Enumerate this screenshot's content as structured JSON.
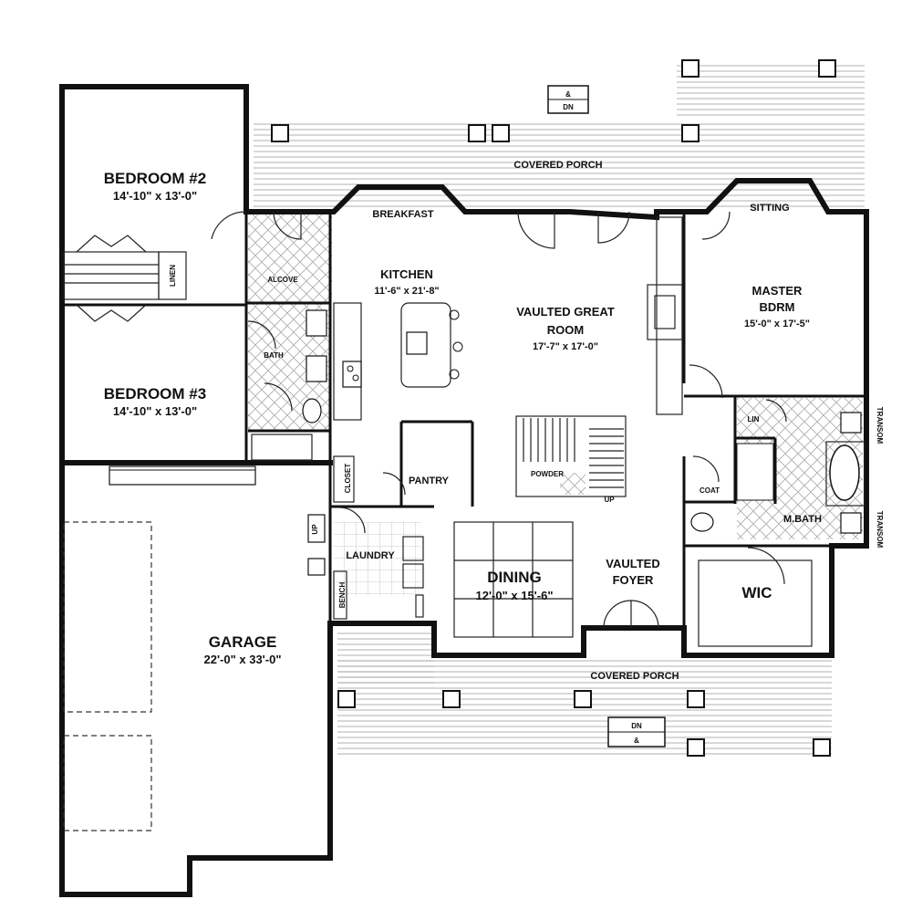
{
  "rooms": {
    "bedroom2": {
      "name": "BEDROOM #2",
      "dim": "14'-10\" x 13'-0\""
    },
    "bedroom3": {
      "name": "BEDROOM #3",
      "dim": "14'-10\" x 13'-0\""
    },
    "garage": {
      "name": "GARAGE",
      "dim": "22'-0\" x 33'-0\""
    },
    "kitchen": {
      "name": "KITCHEN",
      "dim": "11'-6\" x 21'-8\""
    },
    "great_room": {
      "line1": "VAULTED GREAT",
      "line2": "ROOM",
      "dim": "17'-7\" x 17'-0\""
    },
    "master": {
      "line1": "MASTER",
      "line2": "BDRM",
      "dim": "15'-0\" x 17'-5\""
    },
    "dining": {
      "name": "DINING",
      "dim": "12'-0\" x 15'-6\""
    },
    "foyer": {
      "line1": "VAULTED",
      "line2": "FOYER"
    },
    "wic": {
      "name": "WIC"
    },
    "porch_top": {
      "name": "COVERED PORCH"
    },
    "porch_bottom": {
      "name": "COVERED PORCH"
    },
    "breakfast": {
      "name": "BREAKFAST"
    },
    "sitting": {
      "name": "SITTING"
    },
    "alcove": {
      "name": "ALCOVE"
    },
    "linen": {
      "name": "LINEN"
    },
    "bath": {
      "name": "BATH"
    },
    "closet": {
      "name": "CLOSET"
    },
    "pantry": {
      "name": "PANTRY"
    },
    "laundry": {
      "name": "LAUNDRY"
    },
    "bench": {
      "name": "BENCH"
    },
    "powder": {
      "name": "POWDER"
    },
    "up": {
      "name": "UP"
    },
    "lin": {
      "name": "LIN"
    },
    "coat": {
      "name": "COAT"
    },
    "mbath": {
      "name": "M.BATH"
    },
    "transom_top": {
      "name": "TRANSOM"
    },
    "transom_bottom": {
      "name": "TRANSOM"
    },
    "step_top": {
      "a": "&",
      "b": "DN"
    },
    "step_bottom": {
      "a": "DN",
      "b": "&"
    },
    "up_small": {
      "name": "UP"
    }
  }
}
